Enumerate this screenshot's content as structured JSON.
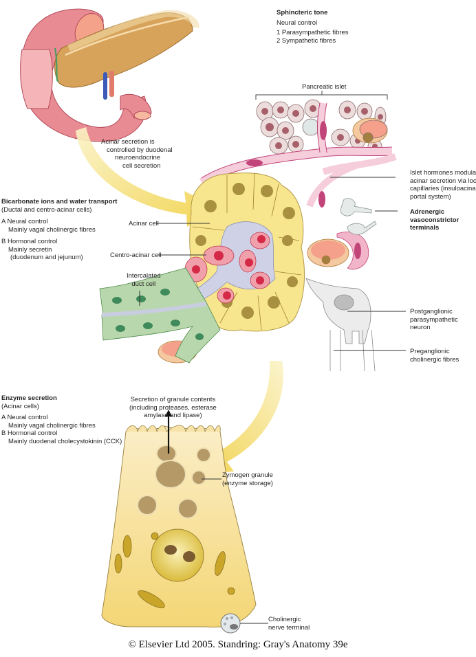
{
  "figure": {
    "title_sphincteric": "Sphincteric tone",
    "sphincteric_sub": "Neural control",
    "sphincteric_items": [
      "1  Parasympathetic fibres",
      "2  Sympathetic fibres"
    ],
    "acinar_secretion_note": [
      "Acinar secretion is",
      "controlled by duodenal",
      "neuroendocrine",
      "cell secretion"
    ],
    "pancreatic_islet": "Pancreatic islet",
    "islet_hormones": [
      "Islet hormones modulate",
      "acinar secretion via local",
      "capillaries (insuloacinar",
      "portal system)"
    ],
    "adrenergic": [
      "Adrenergic",
      "vasoconstrictor",
      "terminals"
    ],
    "bicarbonate": {
      "title": "Bicarbonate ions and water transport",
      "sub": "(Ductal and centro-acinar cells)",
      "a_label": "A Neural control",
      "a_detail": "Mainly vagal cholinergic fibres",
      "b_label": "B  Hormonal control",
      "b_detail_1": "Mainly secretin",
      "b_detail_2": "(duodenum and jejunum)"
    },
    "acinar_cell": "Acinar cell",
    "centro_acinar_cell": "Centro-acinar cell",
    "intercalated_duct": [
      "Intercalated",
      "duct cell"
    ],
    "postganglionic": [
      "Postganglionic",
      "parasympathetic",
      "neuron"
    ],
    "preganglionic": [
      "Preganglionic",
      "cholinergic fibres"
    ],
    "enzyme": {
      "title": "Enzyme secretion",
      "sub": "(Acinar cells)",
      "a_label": "A  Neural control",
      "a_detail": "Mainly vagal cholinergic fibres",
      "b_label": "B  Hormonal control",
      "b_detail": "Mainly duodenal cholecystokinin (CCK)"
    },
    "granule_secretion": [
      "Secretion of granule contents",
      "(including proteases, esterase",
      "amylase and lipase)"
    ],
    "zymogen": [
      "Zymogen granule",
      "(enzyme storage)"
    ],
    "cholinergic_terminal": [
      "Cholinergic",
      "nerve terminal"
    ],
    "caption": "© Elsevier Ltd 2005. Standring: Gray's Anatomy 39e"
  },
  "colors": {
    "duodenum": "#e8808a",
    "pancreas": "#f5dba0",
    "acinar": "#f7e27a",
    "centro_acinar": "#e0455a",
    "duct": "#c9cde0",
    "intercalated": "#8ab87d",
    "islet": "#e6d3d3",
    "capillary": "#f2b4c8",
    "arrow": "#f2dc6a",
    "neuron": "#e4e4e4"
  }
}
